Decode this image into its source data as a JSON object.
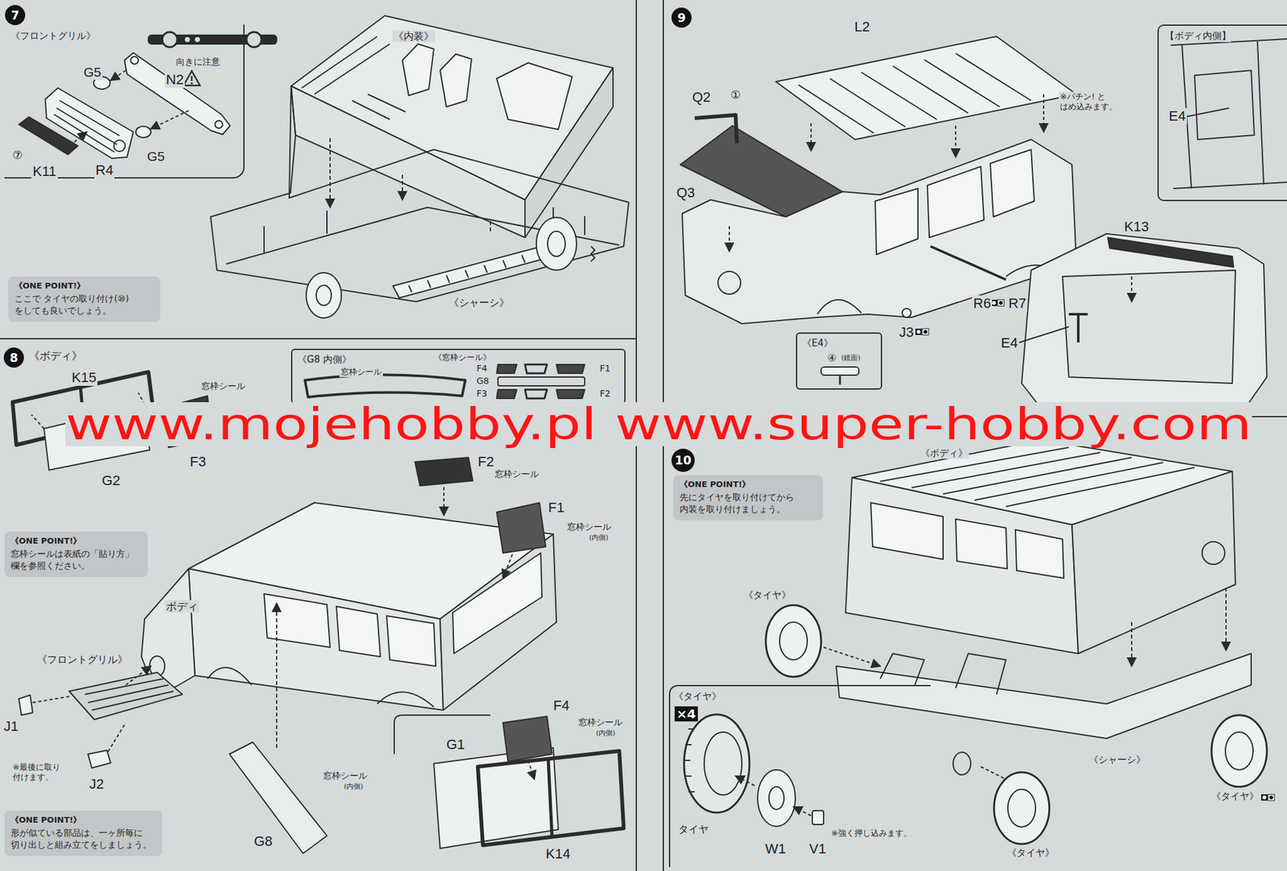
{
  "diagram": {
    "nodes": [
      {
        "text": [
          "7"
        ]
      },
      {
        "text": [
          "《フロントグリル》"
        ]
      },
      {
        "text": [
          "《ONE POINT!》",
          "ここで タイヤの取り付け(⑩) をしても良いでしょう。"
        ]
      },
      {
        "text": [
          "8"
        ]
      },
      {
        "text": [
          "《G8 内側》"
        ]
      },
      {
        "text": [
          "《ONE POINT!》",
          "窓枠シールは表紙の「貼り方」 欄を参照ください。"
        ]
      },
      {
        "text": [
          "《ONE POINT!》",
          "形が似ている部品は、一ヶ所毎に 切り出しと組み立てをしましょう。"
        ]
      },
      {
        "text": [
          "9"
        ]
      },
      {
        "text": [
          "【ボディ内側】"
        ]
      },
      {
        "text": [
          "《E4》"
        ]
      },
      {
        "text": [
          "10"
        ]
      },
      {
        "text": [
          "《ONE POINT!》",
          "先にタイヤを取り付けてから 内装を取り付けましょう。"
        ]
      },
      {
        "text": [
          "《タイヤ》"
        ]
      }
    ],
    "labels": [
      "G5",
      "N2",
      "向きに注意",
      "G5",
      "⑦",
      "K11",
      "R4",
      "《内装》",
      "《シャーシ》",
      "《ボディ》",
      "K15",
      "窓枠シール",
      "G2",
      "F3",
      "窓枠シール",
      "《窓枠シール》",
      "F4",
      "F1",
      "G8",
      "F3",
      "F2",
      "F2",
      "窓枠シール",
      "F1",
      "窓枠シール",
      "(内側)",
      "ボディ",
      "《フロントグリル》",
      "J1",
      "※最後に取り 付けます。",
      "J2",
      "G8",
      "窓枠シール",
      "(内側)",
      "G1",
      "F4",
      "窓枠シール",
      "(内側)",
      "K14",
      "L2",
      "Q2",
      "①",
      "Q3",
      "※パチン! と はめ込みます。",
      "E4",
      "K13",
      "R6",
      "R7",
      "J3",
      "E4",
      "④",
      "(鏡面)",
      "《ボディ》",
      "《タイヤ》",
      "《シャーシ》",
      "《タイヤ》",
      "《タイヤ》",
      "×4",
      "タイヤ",
      "W1",
      "V1",
      "※強く押し込みます。",
      "www.mojehobby.pl www.super-hobby.com"
    ]
  }
}
